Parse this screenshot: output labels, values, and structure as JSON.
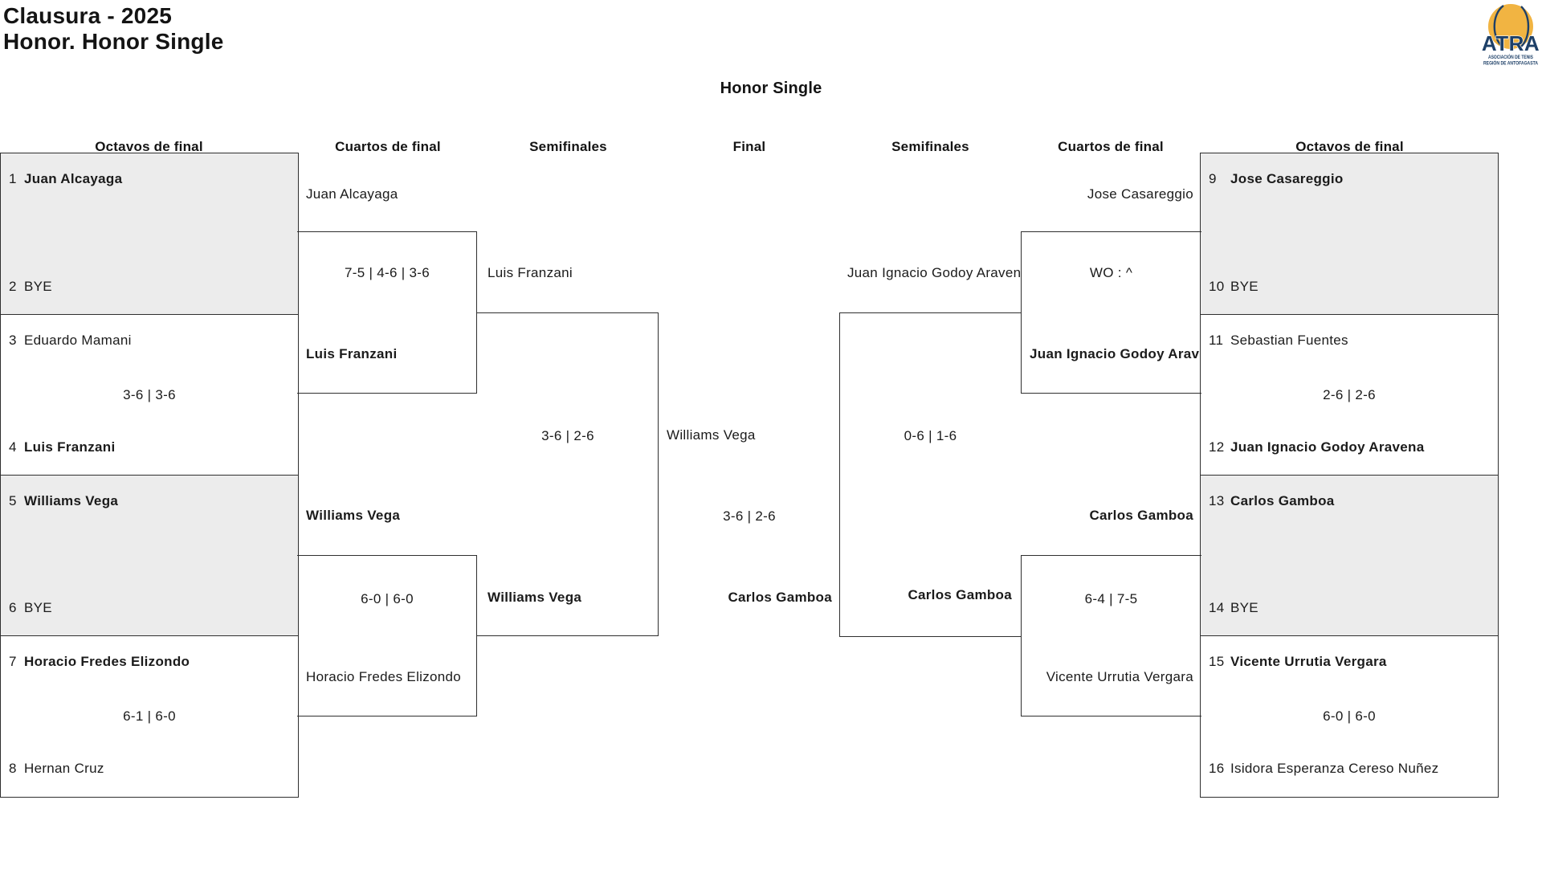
{
  "header": {
    "event_title": "Clausura - 2025",
    "category_title": "Honor. Honor Single",
    "bracket_title": "Honor Single"
  },
  "logo": {
    "acronym": "ATRA",
    "subtitle_line1": "ASOCIACIÓN DE TENIS",
    "subtitle_line2": "REGIÓN DE ANTOFAGASTA",
    "colors": {
      "ball": "#f1b442",
      "navy": "#1e4068"
    }
  },
  "colors": {
    "shaded_row": "#ececec",
    "line": "#2f2f2f",
    "text": "#1b1b1b"
  },
  "rounds": {
    "r16_left": "Octavos de final",
    "qf_left": "Cuartos de final",
    "sf_left": "Semifinales",
    "final": "Final",
    "sf_right": "Semifinales",
    "qf_right": "Cuartos de final",
    "r16_right": "Octavos de final"
  },
  "bracket": {
    "r16_left": [
      {
        "p1": {
          "seed": "1",
          "name": "Juan Alcayaga",
          "winner": true
        },
        "p2": {
          "seed": "2",
          "name": "BYE",
          "winner": false
        },
        "score": ""
      },
      {
        "p1": {
          "seed": "3",
          "name": "Eduardo Mamani",
          "winner": false
        },
        "p2": {
          "seed": "4",
          "name": "Luis Franzani",
          "winner": true
        },
        "score": "3-6 | 3-6"
      },
      {
        "p1": {
          "seed": "5",
          "name": "Williams Vega",
          "winner": true
        },
        "p2": {
          "seed": "6",
          "name": "BYE",
          "winner": false
        },
        "score": ""
      },
      {
        "p1": {
          "seed": "7",
          "name": "Horacio Fredes Elizondo",
          "winner": true
        },
        "p2": {
          "seed": "8",
          "name": "Hernan Cruz",
          "winner": false
        },
        "score": "6-1 | 6-0"
      }
    ],
    "qf_left": [
      {
        "p1": {
          "name": "Juan Alcayaga",
          "winner": false
        },
        "p2": {
          "name": "Luis Franzani",
          "winner": true
        },
        "score": "7-5 | 4-6 | 3-6"
      },
      {
        "p1": {
          "name": "Williams Vega",
          "winner": true
        },
        "p2": {
          "name": "Horacio Fredes Elizondo",
          "winner": false
        },
        "score": "6-0 | 6-0"
      }
    ],
    "sf_left": {
      "p1": {
        "name": "Luis Franzani",
        "winner": false
      },
      "p2": {
        "name": "Williams Vega",
        "winner": true
      },
      "score": "3-6 | 2-6"
    },
    "final": {
      "p1": {
        "name": "Williams Vega",
        "winner": false
      },
      "p2": {
        "name": "Carlos Gamboa",
        "winner": true
      },
      "score": "3-6 | 2-6"
    },
    "sf_right": {
      "p1": {
        "name": "Juan Ignacio Godoy Aravena",
        "winner": false
      },
      "p2": {
        "name": "Carlos Gamboa",
        "winner": true
      },
      "score": "0-6 | 1-6"
    },
    "qf_right": [
      {
        "p1": {
          "name": "Jose Casareggio",
          "winner": false
        },
        "p2": {
          "name": "Juan Ignacio Godoy Aravena",
          "winner": true
        },
        "score": "WO : ^"
      },
      {
        "p1": {
          "name": "Carlos Gamboa",
          "winner": true
        },
        "p2": {
          "name": "Vicente Urrutia Vergara",
          "winner": false
        },
        "score": "6-4 | 7-5"
      }
    ],
    "r16_right": [
      {
        "p1": {
          "seed": "9",
          "name": "Jose Casareggio",
          "winner": true
        },
        "p2": {
          "seed": "10",
          "name": "BYE",
          "winner": false
        },
        "score": ""
      },
      {
        "p1": {
          "seed": "11",
          "name": "Sebastian Fuentes",
          "winner": false
        },
        "p2": {
          "seed": "12",
          "name": "Juan Ignacio Godoy Aravena",
          "winner": true
        },
        "score": "2-6 | 2-6"
      },
      {
        "p1": {
          "seed": "13",
          "name": "Carlos Gamboa",
          "winner": true
        },
        "p2": {
          "seed": "14",
          "name": "BYE",
          "winner": false
        },
        "score": ""
      },
      {
        "p1": {
          "seed": "15",
          "name": "Vicente Urrutia Vergara",
          "winner": true
        },
        "p2": {
          "seed": "16",
          "name": "Isidora Esperanza Cereso Nuñez",
          "winner": false
        },
        "score": "6-0 | 6-0"
      }
    ]
  }
}
